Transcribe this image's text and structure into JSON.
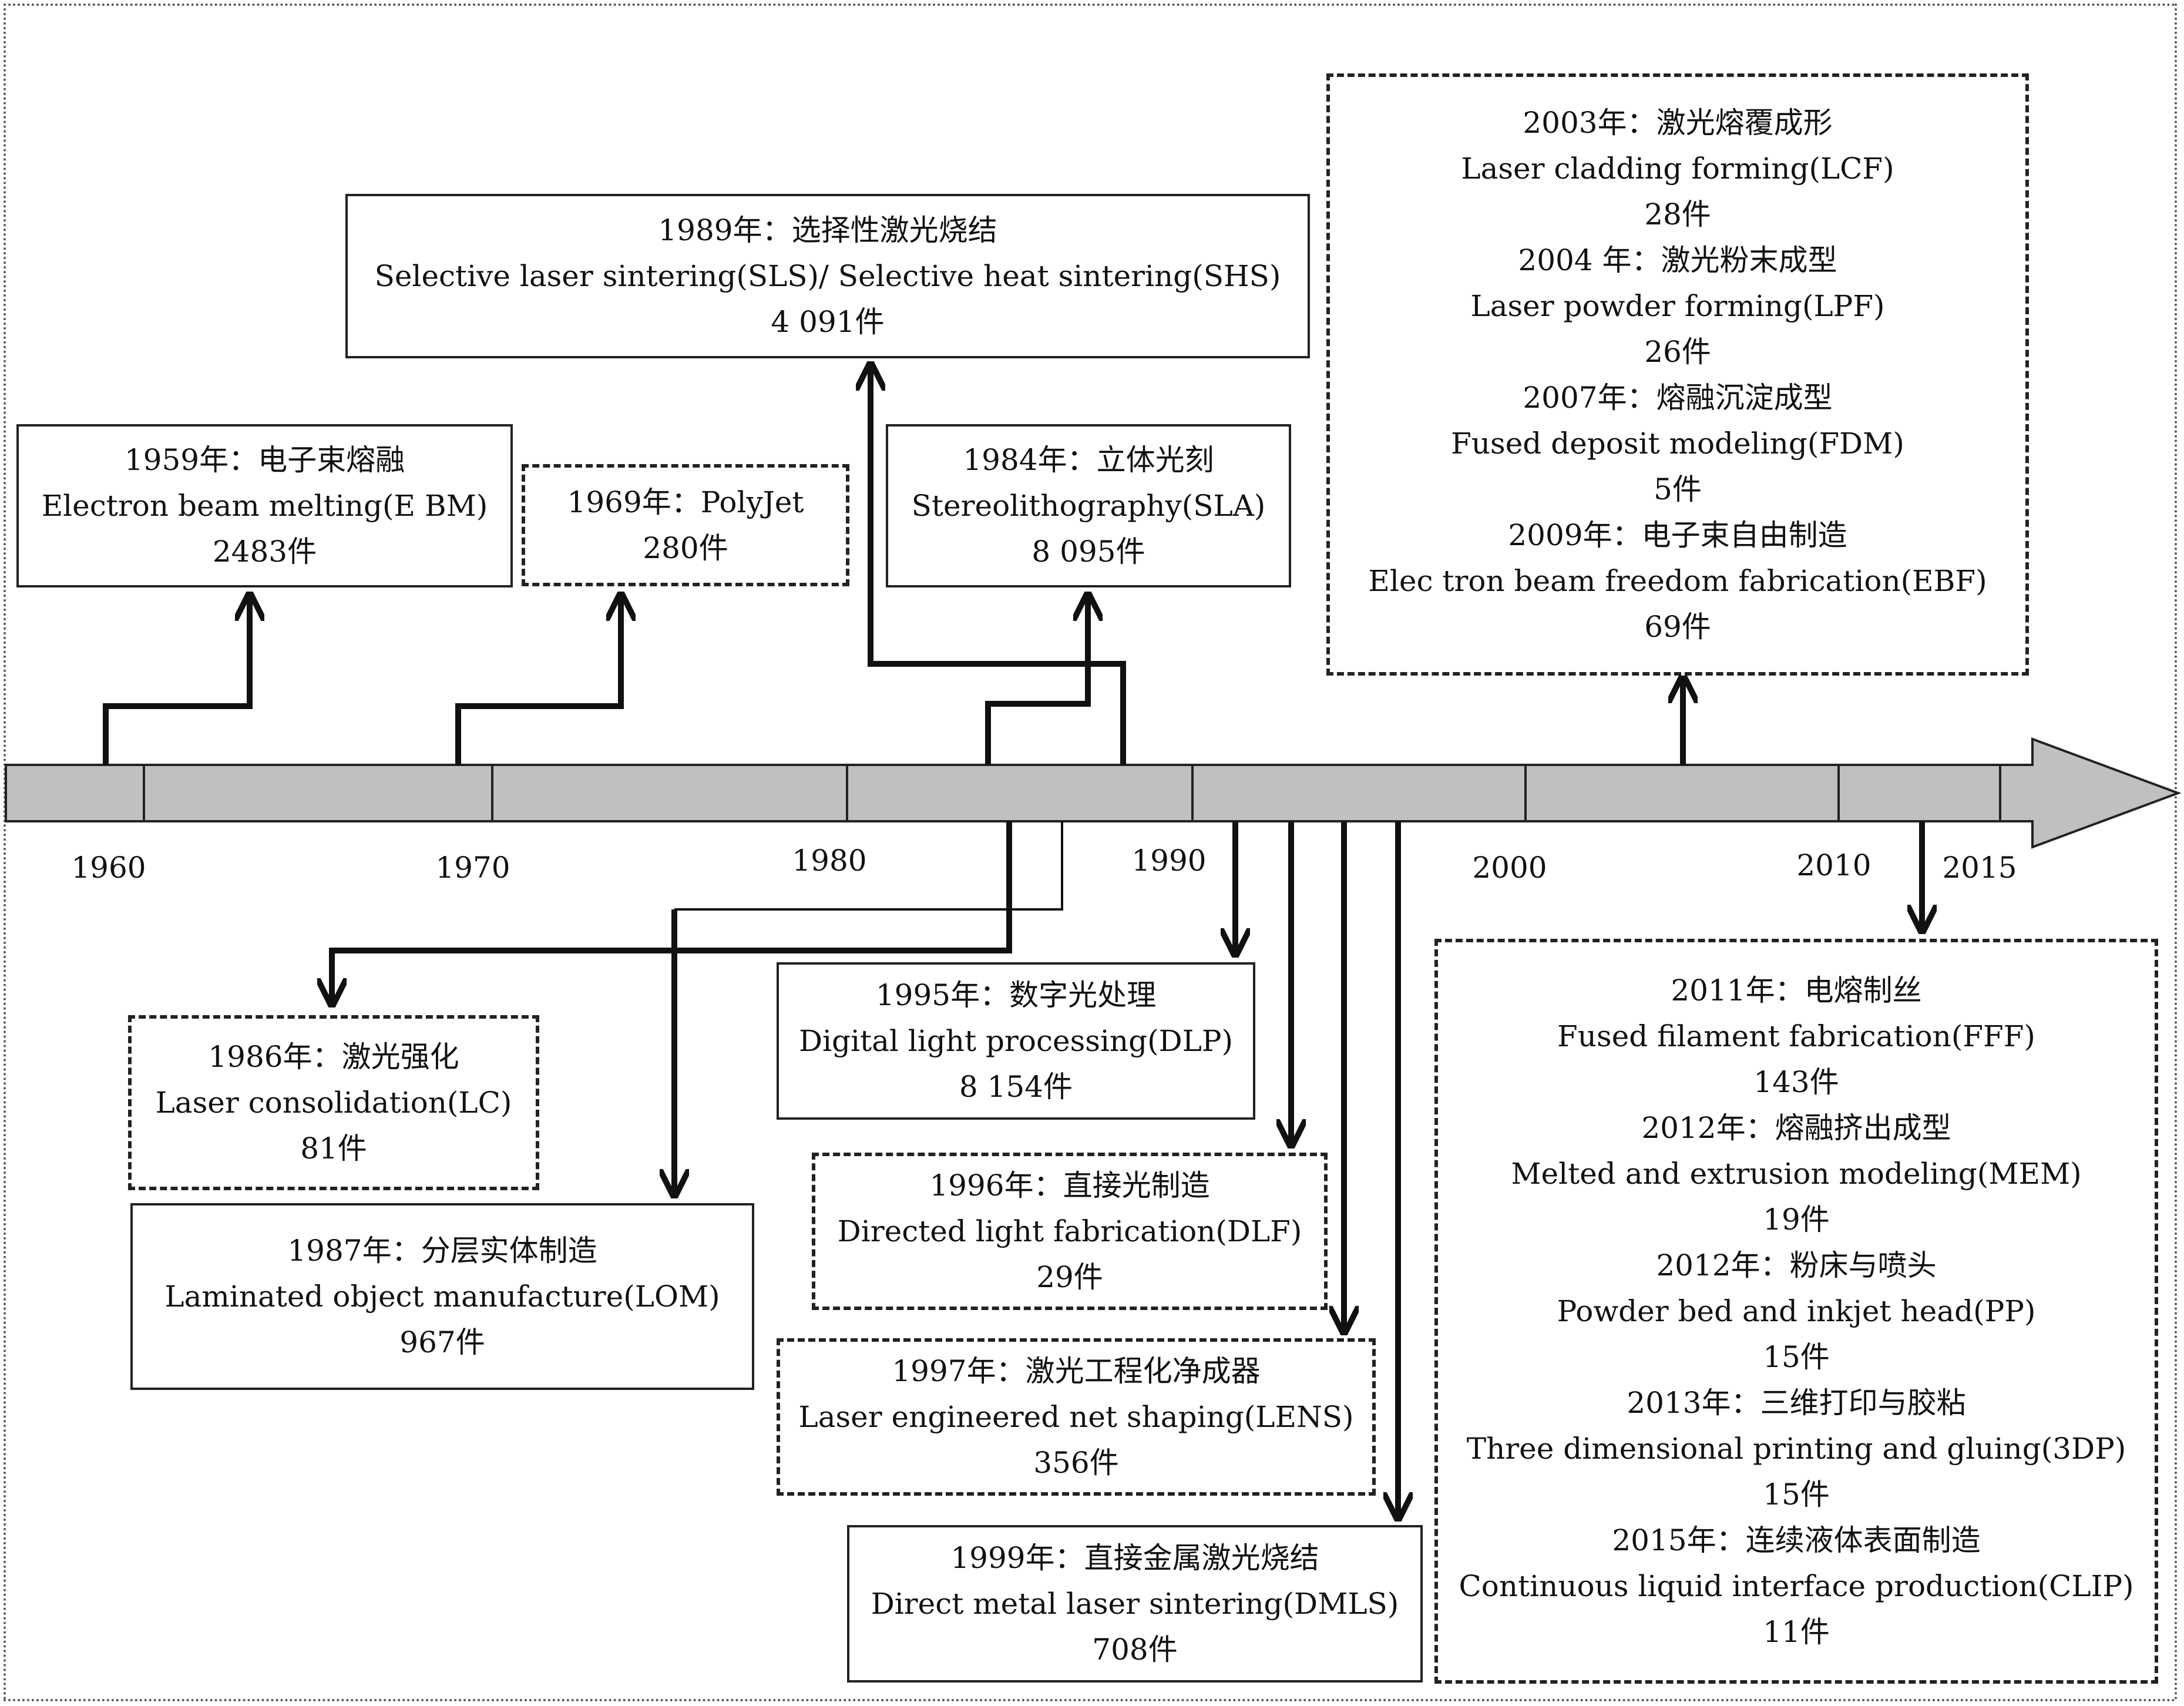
{
  "timeline": {
    "year_labels": [
      "1960",
      "1970",
      "1980",
      "1990",
      "2000",
      "2010",
      "2015"
    ],
    "bar_color": "#c0c0c0",
    "line_color": "#111111"
  },
  "events": [
    {
      "id": "ebm",
      "year_text": "1959年：电子束熔融",
      "name_en": "Electron beam melting(E BM)",
      "count": "2483件",
      "border": "solid"
    },
    {
      "id": "polyjet",
      "year_text": "1969年：PolyJet",
      "name_en": "",
      "count": "280件",
      "border": "dashed"
    },
    {
      "id": "sls",
      "year_text": "1989年：选择性激光烧结",
      "name_en": "Selective laser sintering(SLS)/ Selective heat sintering(SHS)",
      "count": "4 091件",
      "border": "solid"
    },
    {
      "id": "sla",
      "year_text": "1984年：立体光刻",
      "name_en": "Stereolithography(SLA)",
      "count": "8 095件",
      "border": "solid"
    },
    {
      "id": "lc",
      "year_text": "1986年：激光强化",
      "name_en": "Laser consolidation(LC)",
      "count": "81件",
      "border": "dashed"
    },
    {
      "id": "lom",
      "year_text": "1987年：分层实体制造",
      "name_en": "Laminated object manufacture(LOM)",
      "count": "967件",
      "border": "solid"
    },
    {
      "id": "dlp",
      "year_text": "1995年：数字光处理",
      "name_en": "Digital light processing(DLP)",
      "count": "8 154件",
      "border": "solid"
    },
    {
      "id": "dlf",
      "year_text": "1996年：直接光制造",
      "name_en": "Directed light fabrication(DLF)",
      "count": "29件",
      "border": "dashed"
    },
    {
      "id": "lens",
      "year_text": "1997年：激光工程化净成器",
      "name_en": "Laser engineered net shaping(LENS)",
      "count": "356件",
      "border": "dashed"
    },
    {
      "id": "dmls",
      "year_text": "1999年：直接金属激光烧结",
      "name_en": "Direct metal laser sintering(DMLS)",
      "count": "708件",
      "border": "solid"
    }
  ],
  "group_2000s": {
    "border": "dashed",
    "items": [
      {
        "year_text": "2003年：激光熔覆成形",
        "name_en": "Laser cladding forming(LCF)",
        "count": "28件"
      },
      {
        "year_text": "2004 年：激光粉末成型",
        "name_en": "Laser powder forming(LPF)",
        "count": "26件"
      },
      {
        "year_text": "2007年：熔融沉淀成型",
        "name_en": "Fused deposit modeling(FDM)",
        "count": "5件"
      },
      {
        "year_text": "2009年：电子束自由制造",
        "name_en": "Elec tron beam freedom fabrication(EBF)",
        "count": "69件"
      }
    ]
  },
  "group_2010s": {
    "border": "dashed",
    "items": [
      {
        "year_text": "2011年：电熔制丝",
        "name_en": "Fused filament fabrication(FFF)",
        "count": "143件"
      },
      {
        "year_text": "2012年：熔融挤出成型",
        "name_en": "Melted and extrusion modeling(MEM)",
        "count": "19件"
      },
      {
        "year_text": "2012年：粉床与喷头",
        "name_en": "Powder bed and inkjet head(PP)",
        "count": "15件"
      },
      {
        "year_text": "2013年：三维打印与胶粘",
        "name_en": "Three dimensional printing and gluing(3DP)",
        "count": "15件"
      },
      {
        "year_text": "2015年：连续液体表面制造",
        "name_en": "Continuous liquid interface production(CLIP)",
        "count": "11件"
      }
    ]
  }
}
